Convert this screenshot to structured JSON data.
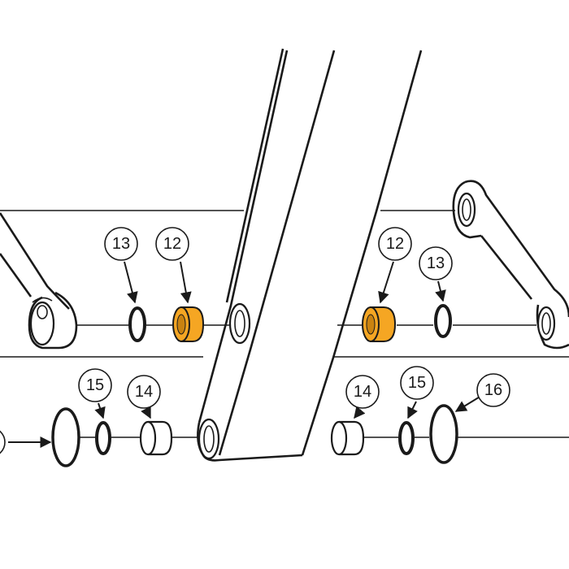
{
  "colors": {
    "line": "#1a1a1a",
    "highlight": "#F5A623",
    "highlight_dark": "#C98210",
    "background": "#ffffff"
  },
  "callouts": {
    "left_top_13": "13",
    "left_top_12": "12",
    "right_top_12": "12",
    "right_top_13": "13",
    "left_bottom_15": "15",
    "left_bottom_14": "14",
    "right_bottom_14": "14",
    "right_bottom_15": "15",
    "right_bottom_16": "16"
  },
  "highlighted_parts": [
    "12"
  ]
}
